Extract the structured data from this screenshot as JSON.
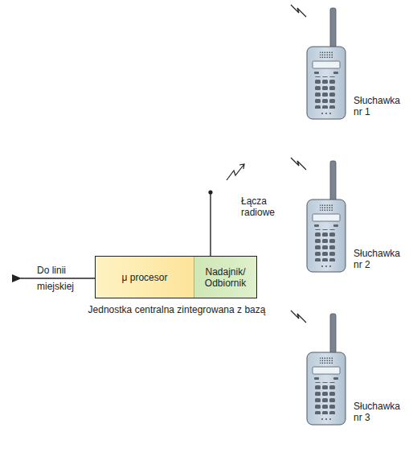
{
  "diagram": {
    "nodes": [
      {
        "text": [
          "Jednostka centralna zintegrowana z bazą"
        ]
      },
      {
        "text": [
          "μ procesor"
        ],
        "in": 0
      },
      {
        "text": [
          "Nadajnik/ Odbiornik"
        ],
        "in": 0
      }
    ],
    "labels": [
      "Do linii miejskiej",
      "Łącza radiowe",
      "Słuchawka nr 1",
      "Słuchawka nr 2",
      "Słuchawka nr 3"
    ]
  }
}
